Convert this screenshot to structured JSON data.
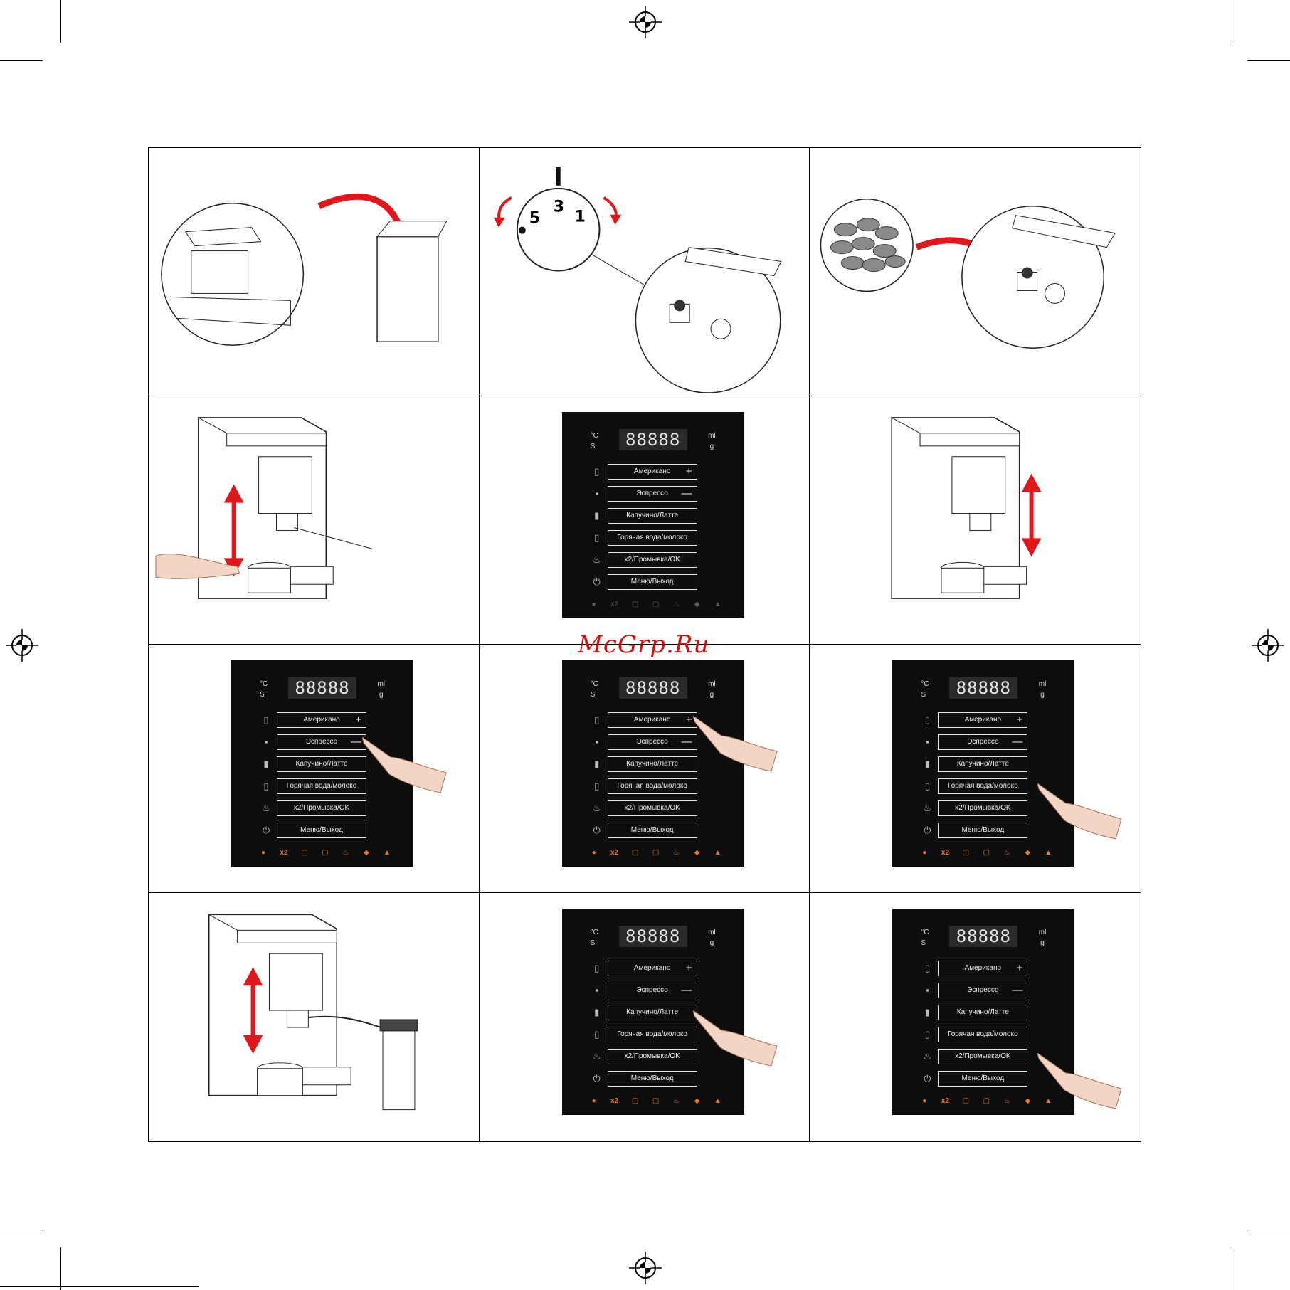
{
  "watermark": "McGrp.Ru",
  "dial": {
    "labels": [
      "5",
      "3",
      "1"
    ]
  },
  "panel": {
    "unit_left_1": "°C",
    "unit_left_2": "S",
    "display": "88888",
    "unit_right_1": "ml",
    "unit_right_2": "g",
    "buttons": [
      {
        "label": "Американо",
        "sign": "+",
        "icon": "mug-icon"
      },
      {
        "label": "Эспрессо",
        "sign": "—",
        "icon": "espresso-cup-icon"
      },
      {
        "label": "Капучино/Латте",
        "sign": "",
        "icon": "latte-glass-icon"
      },
      {
        "label": "Горячая вода/молоко",
        "sign": "",
        "icon": "water-glass-icon"
      },
      {
        "label": "x2/Промывка/OK",
        "sign": "",
        "icon": "rinse-icon"
      },
      {
        "label": "Меню/Выход",
        "sign": "",
        "icon": "power-exit-icon"
      }
    ],
    "status": [
      "●",
      "x2",
      "▢",
      "▢",
      "♨",
      "◆",
      "▲"
    ]
  },
  "colors": {
    "arrow": "#e0171b",
    "panel_bg": "#0d0d0d",
    "status_on": "#f07820",
    "status_off": "#5a5a5a"
  }
}
